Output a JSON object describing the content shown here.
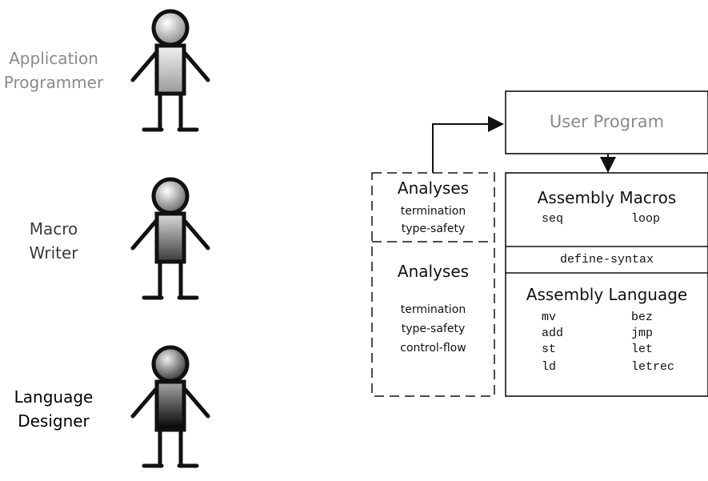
{
  "roles": {
    "app": {
      "line1": "Application",
      "line2": "Programmer",
      "color": "#8a8a8a"
    },
    "macro": {
      "line1": "Macro",
      "line2": "Writer",
      "color": "#3a3a3a"
    },
    "designer": {
      "line1": "Language",
      "line2": "Designer",
      "color": "#000000"
    }
  },
  "figure_shading": {
    "app": "#9a9a9a",
    "macro": "#4a4a4a",
    "designer": "#111111"
  },
  "user_program": {
    "label": "User Program",
    "color": "#8a8a8a"
  },
  "assembly_macros": {
    "title": "Assembly Macros",
    "items": [
      "seq",
      "loop"
    ]
  },
  "define_syntax": {
    "label": "define-syntax"
  },
  "assembly_language": {
    "title": "Assembly Language",
    "col1": [
      "mv",
      "add",
      "st",
      "ld"
    ],
    "col2": [
      "bez",
      "jmp",
      "let",
      "letrec"
    ]
  },
  "analyses_top": {
    "title": "Analyses",
    "items": [
      "termination",
      "type-safety"
    ]
  },
  "analyses_bottom": {
    "title": "Analyses",
    "items": [
      "termination",
      "type-safety",
      "control-flow"
    ]
  }
}
